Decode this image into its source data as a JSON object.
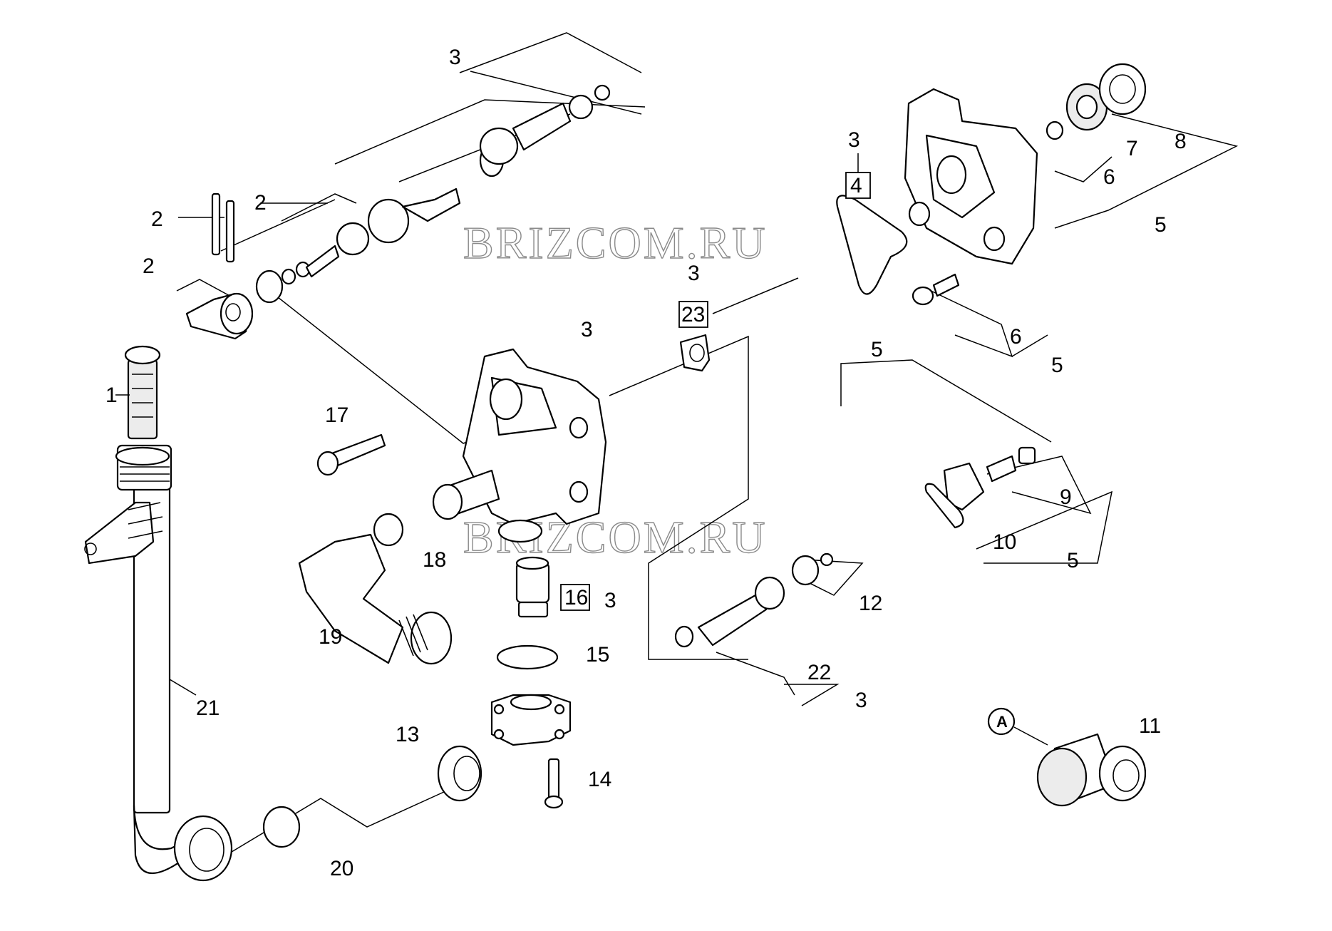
{
  "watermark": "BRIZCOM.RU",
  "view_marker": "A",
  "callouts": {
    "c1": "1",
    "c2a": "2",
    "c2b": "2",
    "c2c": "2",
    "c3a": "3",
    "c3b": "3",
    "c3c": "3",
    "c3d": "3",
    "c3e": "3",
    "c3f": "3",
    "c4": "4",
    "c5a": "5",
    "c5b": "5",
    "c5c": "5",
    "c5d": "5",
    "c6a": "6",
    "c6b": "6",
    "c7": "7",
    "c8": "8",
    "c9": "9",
    "c10": "10",
    "c11": "11",
    "c12": "12",
    "c13": "13",
    "c14": "14",
    "c15": "15",
    "c16": "16",
    "c17": "17",
    "c18": "18",
    "c19": "19",
    "c20": "20",
    "c21": "21",
    "c22": "22",
    "c23": "23"
  }
}
